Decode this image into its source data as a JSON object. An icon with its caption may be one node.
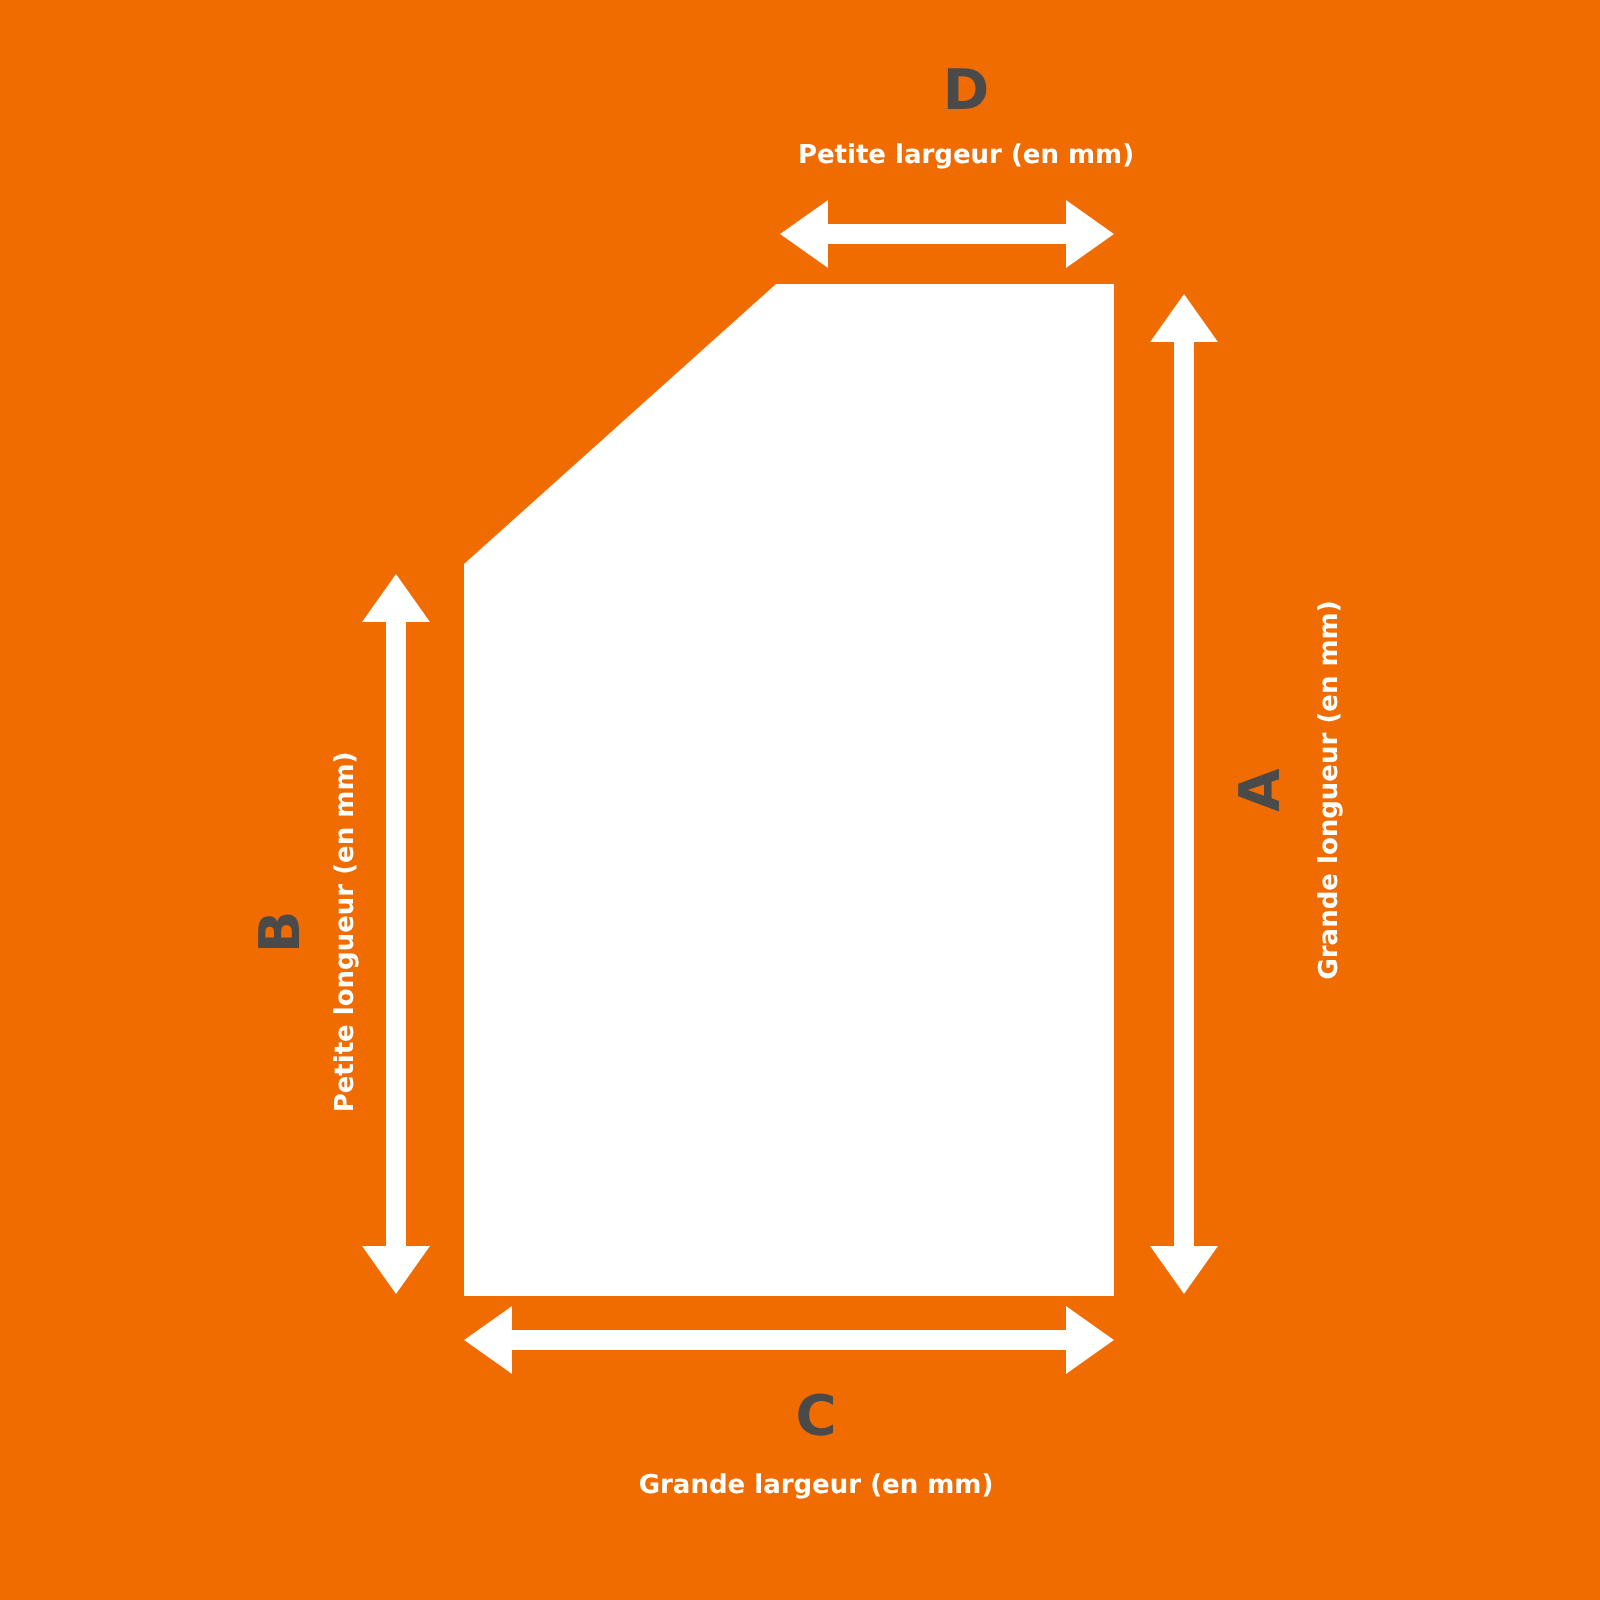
{
  "diagram": {
    "nodes": [
      {
        "text": [],
        "shape": "box"
      }
    ],
    "edges": [],
    "labels": [
      "D",
      "Petite largeur (en mm)",
      "A",
      "Grande longueur (en mm)",
      "B",
      "Petite longueur (en mm)",
      "C",
      "Grande largeur (en mm)"
    ]
  }
}
